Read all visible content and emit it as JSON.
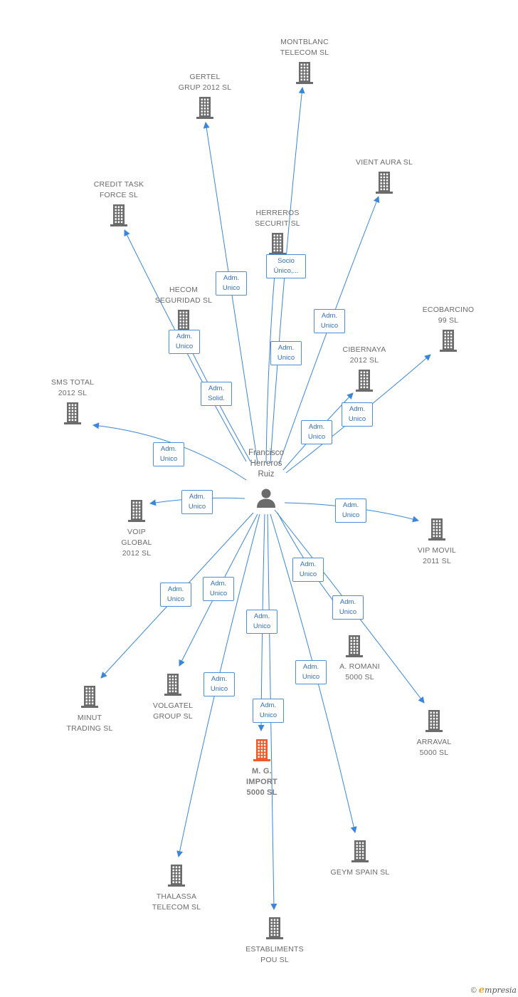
{
  "person": {
    "lines": [
      "Francisco",
      "Herreros",
      "Ruiz"
    ],
    "icon": "person-icon"
  },
  "colors": {
    "link": "#3a86d8",
    "building": "#6b6b6b",
    "highlight": "#f05a28",
    "label": "#6b6b6b"
  },
  "companies": [
    {
      "id": "montblanc",
      "lines": [
        "MONTBLANC",
        "TELECOM SL"
      ],
      "icon": "building-icon"
    },
    {
      "id": "gertel",
      "lines": [
        "GERTEL",
        "GRUP 2012 SL"
      ],
      "icon": "building-icon"
    },
    {
      "id": "vient-aura",
      "lines": [
        "VIENT AURA SL"
      ],
      "icon": "building-icon"
    },
    {
      "id": "credit-task",
      "lines": [
        "CREDIT TASK",
        "FORCE SL"
      ],
      "icon": "building-icon"
    },
    {
      "id": "herreros-securit",
      "lines": [
        "HERREROS",
        "SECURIT SL"
      ],
      "icon": "building-icon"
    },
    {
      "id": "ecobarcino",
      "lines": [
        "ECOBARCINO",
        "99 SL"
      ],
      "icon": "building-icon"
    },
    {
      "id": "hecom",
      "lines": [
        "HECOM",
        "SEGURIDAD SL"
      ],
      "icon": "building-icon"
    },
    {
      "id": "cibernaya",
      "lines": [
        "CIBERNAYA",
        "2012 SL"
      ],
      "icon": "building-icon"
    },
    {
      "id": "sms-total",
      "lines": [
        "SMS TOTAL",
        "2012 SL"
      ],
      "icon": "building-icon"
    },
    {
      "id": "voip-global",
      "lines": [
        "VOIP",
        "GLOBAL",
        "2012 SL"
      ],
      "icon": "building-icon"
    },
    {
      "id": "vip-movil",
      "lines": [
        "VIP MOVIL",
        "2011 SL"
      ],
      "icon": "building-icon"
    },
    {
      "id": "a-romani",
      "lines": [
        "A.  ROMANI",
        "5000 SL"
      ],
      "icon": "building-icon"
    },
    {
      "id": "minut",
      "lines": [
        "MINUT",
        "TRADING SL"
      ],
      "icon": "building-icon"
    },
    {
      "id": "volgatel",
      "lines": [
        "VOLGATEL",
        "GROUP SL"
      ],
      "icon": "building-icon"
    },
    {
      "id": "arraval",
      "lines": [
        "ARRAVAL",
        "5000 SL"
      ],
      "icon": "building-icon"
    },
    {
      "id": "mg-import",
      "lines": [
        "M.  G.",
        "IMPORT",
        "5000 SL"
      ],
      "icon": "building-icon",
      "highlight": true
    },
    {
      "id": "geym-spain",
      "lines": [
        "GEYM SPAIN SL"
      ],
      "icon": "building-icon"
    },
    {
      "id": "thalassa",
      "lines": [
        "THALASSA",
        "TELECOM SL"
      ],
      "icon": "building-icon"
    },
    {
      "id": "establiments",
      "lines": [
        "ESTABLIMENTS",
        "POU SL"
      ],
      "icon": "building-icon"
    }
  ],
  "relations": [
    {
      "to": "montblanc",
      "lines": [
        "Adm.",
        "Unico"
      ]
    },
    {
      "to": "gertel",
      "lines": [
        "Adm.",
        "Unico"
      ]
    },
    {
      "to": "vient-aura",
      "lines": [
        "Adm.",
        "Unico"
      ]
    },
    {
      "to": "credit-task",
      "lines": [
        "Adm.",
        "Unico"
      ]
    },
    {
      "to": "herreros-securit",
      "lines": [
        "Socio",
        "Único,..."
      ]
    },
    {
      "to": "ecobarcino",
      "lines": [
        "Adm.",
        "Unico"
      ]
    },
    {
      "to": "hecom",
      "lines": [
        "Adm.",
        "Solid."
      ]
    },
    {
      "to": "cibernaya",
      "lines": [
        "Adm.",
        "Unico"
      ]
    },
    {
      "to": "sms-total",
      "lines": [
        "Adm.",
        "Unico"
      ]
    },
    {
      "to": "voip-global",
      "lines": [
        "Adm.",
        "Unico"
      ]
    },
    {
      "to": "vip-movil",
      "lines": [
        "Adm.",
        "Unico"
      ]
    },
    {
      "to": "a-romani",
      "lines": [
        "Adm.",
        "Unico"
      ]
    },
    {
      "to": "minut",
      "lines": [
        "Adm.",
        "Unico"
      ]
    },
    {
      "to": "volgatel",
      "lines": [
        "Adm.",
        "Unico"
      ]
    },
    {
      "to": "arraval",
      "lines": [
        "Adm.",
        "Unico"
      ]
    },
    {
      "to": "mg-import",
      "lines": [
        "Adm.",
        "Unico"
      ]
    },
    {
      "to": "geym-spain",
      "lines": [
        "Adm.",
        "Unico"
      ]
    },
    {
      "to": "thalassa",
      "lines": [
        "Adm.",
        "Unico"
      ]
    },
    {
      "to": "establiments",
      "lines": [
        "Adm.",
        "Unico"
      ]
    }
  ],
  "footer": {
    "copyright": "©",
    "brand_initial": "e",
    "brand_rest": "mpresia"
  }
}
